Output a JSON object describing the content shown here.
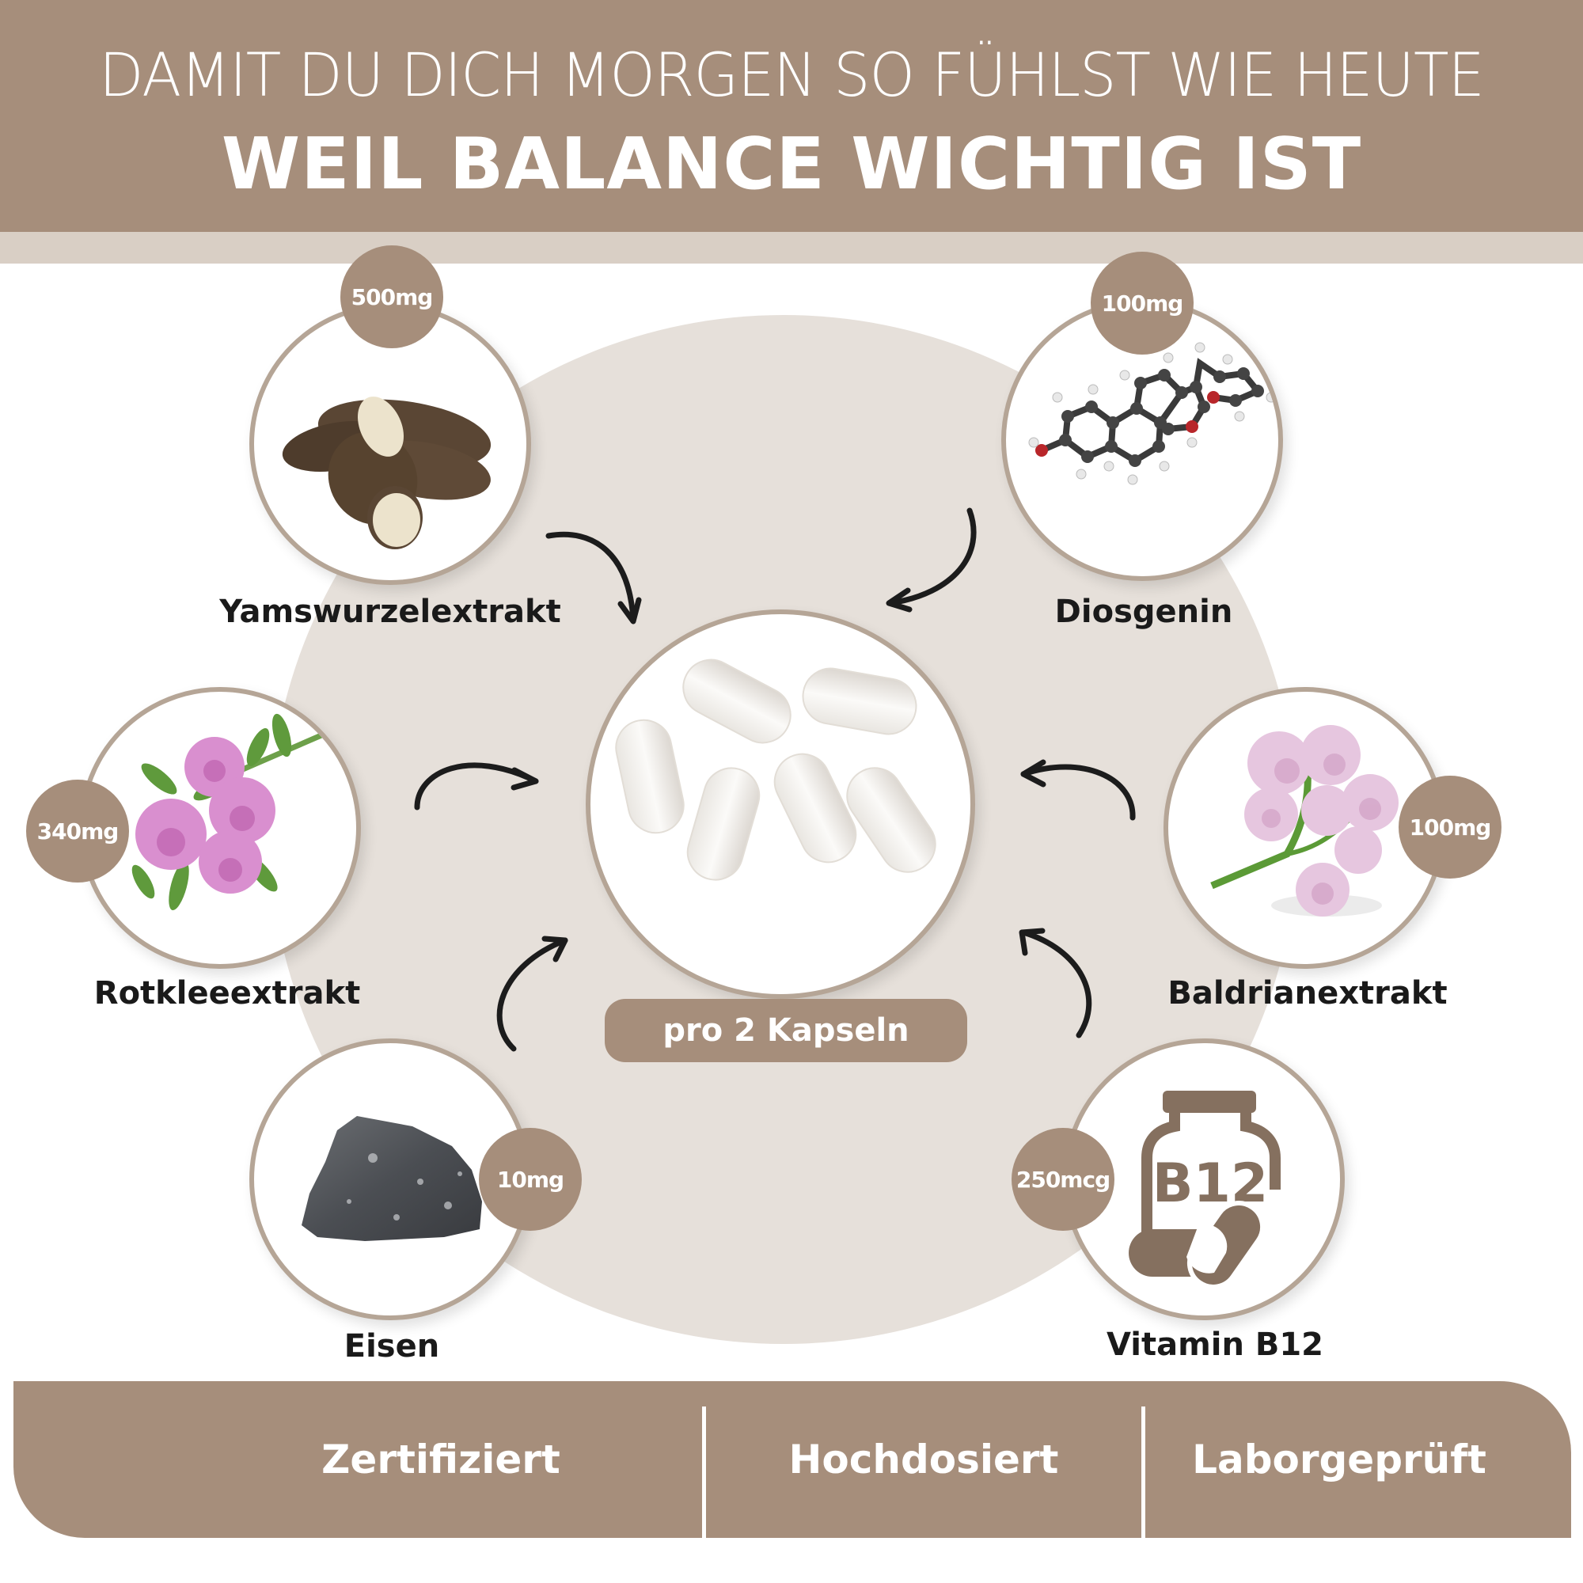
{
  "header": {
    "line1": "DAMIT DU DICH MORGEN SO FÜHLST WIE HEUTE",
    "line2": "WEIL BALANCE WICHTIG IST"
  },
  "center": {
    "image": "white-capsules-image",
    "caption": "pro 2 Kapseln"
  },
  "ingredients": [
    {
      "name": "Yamswurzelextrakt",
      "dose": "500mg",
      "image": "yam-root-image"
    },
    {
      "name": "Diosgenin",
      "dose": "100mg",
      "image": "molecule-image"
    },
    {
      "name": "Rotkleeextrakt",
      "dose": "340mg",
      "image": "red-clover-image"
    },
    {
      "name": "Baldrianextrakt",
      "dose": "100mg",
      "image": "valerian-flower-image"
    },
    {
      "name": "Eisen",
      "dose": "10mg",
      "image": "iron-ore-image"
    },
    {
      "name": "Vitamin B12",
      "dose": "250mcg",
      "image": "b12-bottle-icon",
      "icon_text": "B12"
    }
  ],
  "footer": {
    "items": [
      "Zertifiziert",
      "Hochdosiert",
      "Laborgeprüft"
    ]
  },
  "colors": {
    "brand": "#a68e7b",
    "strip": "#d9cfc5",
    "background_circle": "#e6e0da",
    "circle_border": "#b5a596",
    "text_dark": "#1a1a1a",
    "b12_icon": "#85705f"
  }
}
